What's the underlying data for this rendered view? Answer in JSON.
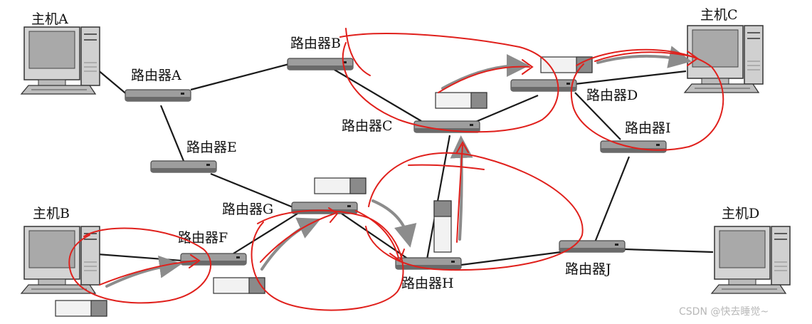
{
  "hosts": {
    "a": {
      "label": "主机A"
    },
    "b": {
      "label": "主机B"
    },
    "c": {
      "label": "主机C"
    },
    "d": {
      "label": "主机D"
    }
  },
  "routers": {
    "a": {
      "label": "路由器A"
    },
    "b": {
      "label": "路由器B"
    },
    "c": {
      "label": "路由器C"
    },
    "d": {
      "label": "路由器D"
    },
    "e": {
      "label": "路由器E"
    },
    "f": {
      "label": "路由器F"
    },
    "g": {
      "label": "路由器G"
    },
    "h": {
      "label": "路由器H"
    },
    "i": {
      "label": "路由器I"
    },
    "j": {
      "label": "路由器J"
    }
  },
  "watermark": "CSDN @快去睡觉~",
  "colors": {
    "annotation": "#e0201c",
    "device": "#9a9a9a",
    "device_dark": "#5a5a5a",
    "line": "#1a1a1a",
    "flow_arrow": "#8c8c8c",
    "packet_body": "#f2f2f2",
    "packet_header": "#8a8a8a",
    "screen": "#a8a8a8"
  }
}
